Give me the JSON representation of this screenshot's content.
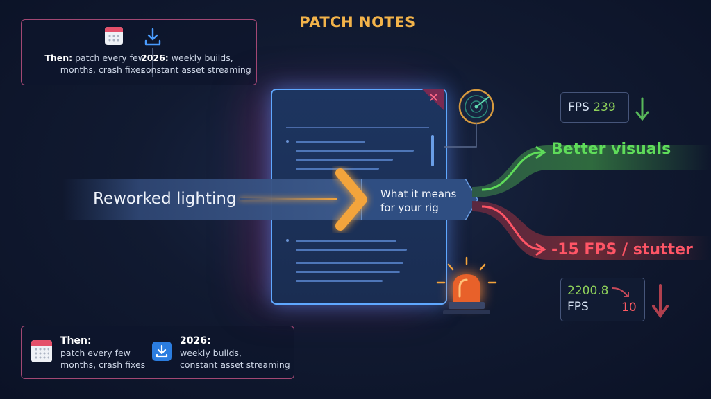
{
  "top_box": {
    "then_label": "Then:",
    "then_text_1": "patch every few",
    "then_text_2": "months, crash fixes",
    "now_label": "2026:",
    "now_text_1": "weekly builds,",
    "now_text_2": "constant asset streaming"
  },
  "bottom_box": {
    "then_label": "Then:",
    "then_text_1": "patch every few",
    "then_text_2": "months, crash fixes",
    "now_label": "2026:",
    "now_text_1": "weekly builds,",
    "now_text_2": "constant asset streaming"
  },
  "panel": {
    "title": "PATCH NOTES",
    "close": "✕"
  },
  "flow": {
    "input": "Reworked lighting",
    "meaning_1": "What it means",
    "meaning_2": "for your rig"
  },
  "outcomes": {
    "good": "Better visuals",
    "bad": "-15 FPS / stutter"
  },
  "fps_top": {
    "label": "FPS",
    "value": "239"
  },
  "fps_bottom": {
    "line1": "2200.8",
    "line2": "FPS",
    "value": "10"
  },
  "colors": {
    "accent_orange": "#f3a43c",
    "good_green": "#5fdc5a",
    "bad_red": "#ff5566",
    "panel_blue": "#5fa8ff"
  },
  "icons": [
    "calendar-icon",
    "download-icon",
    "radar-icon",
    "alarm-light-icon",
    "arrow-down-icon"
  ]
}
